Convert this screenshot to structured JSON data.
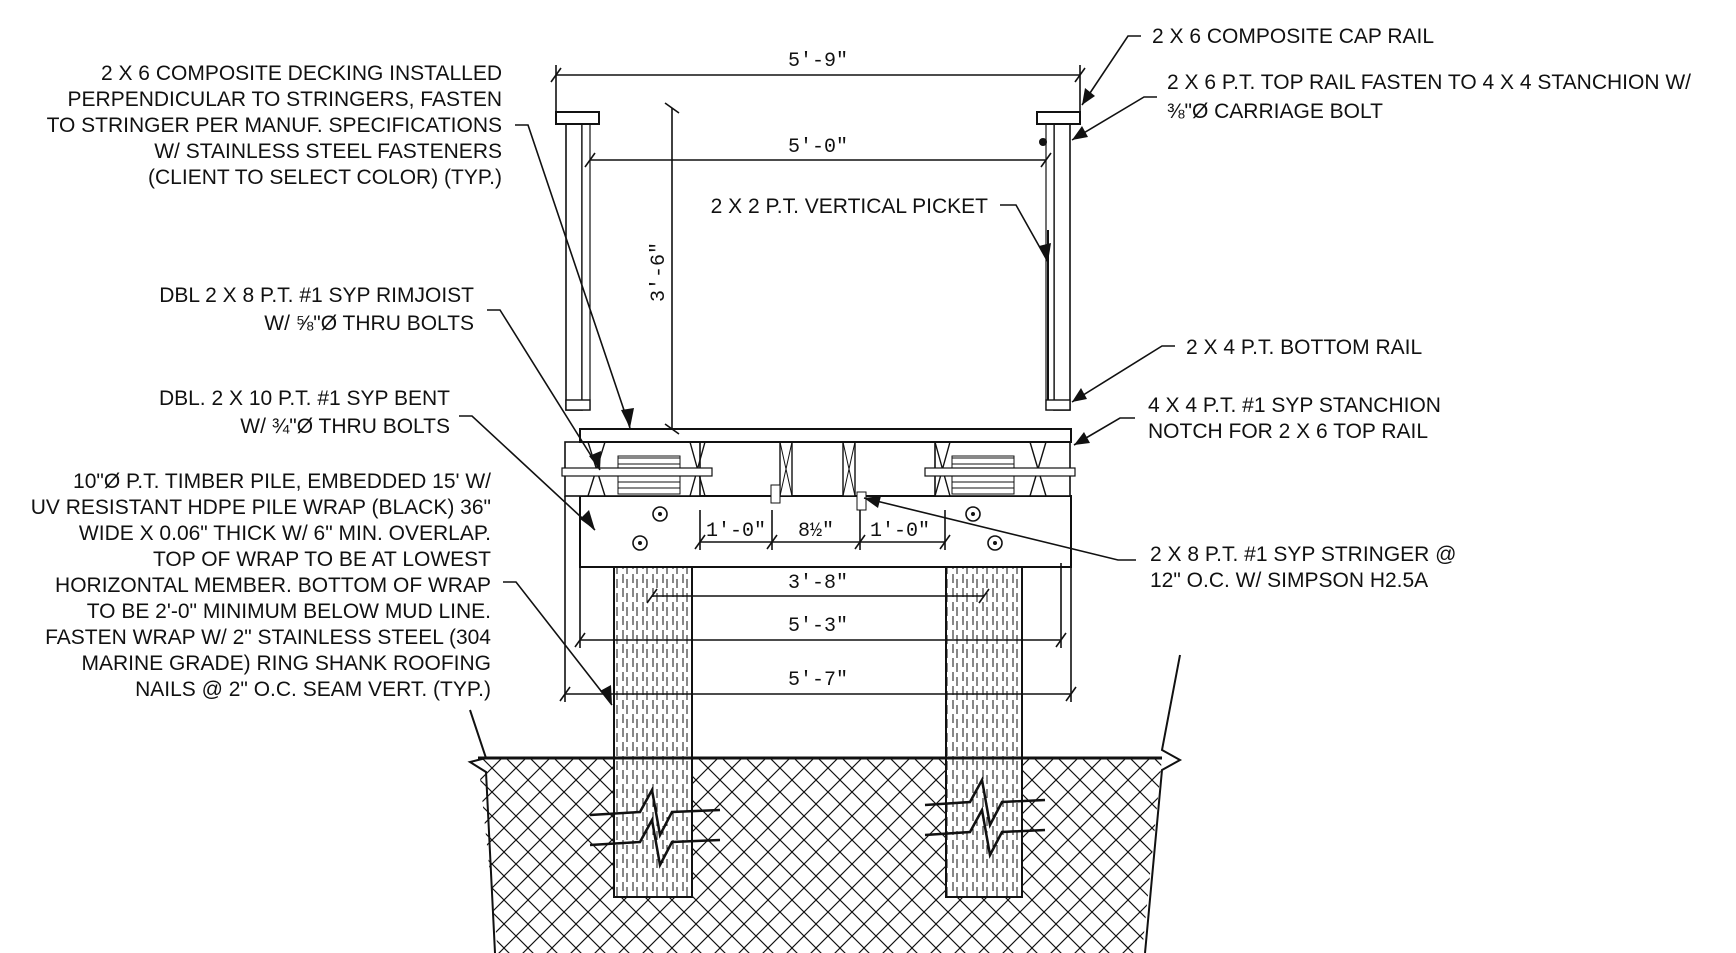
{
  "drawing": {
    "colors": {
      "ink": "#111111",
      "paper": "#ffffff"
    },
    "dimensions": {
      "overall_top": "5'-9\"",
      "rail_inner": "5'-0\"",
      "rail_height": "3'-6\"",
      "stringer_left": "1'-0\"",
      "stringer_middle": "8½\"",
      "stringer_right": "1'-0\"",
      "pile_spacing": "3'-8\"",
      "bent_width": "5'-3\"",
      "overall_bottom": "5'-7\""
    },
    "notes_left": {
      "decking": [
        "2 X 6 COMPOSITE DECKING INSTALLED",
        "PERPENDICULAR TO STRINGERS, FASTEN",
        "TO STRINGER PER MANUF. SPECIFICATIONS",
        "W/ STAINLESS STEEL FASTENERS",
        "(CLIENT TO SELECT COLOR) (TYP.)"
      ],
      "rimjoist": [
        "DBL 2 X 8 P.T. #1 SYP RIMJOIST",
        "W/ ⅝\"Ø THRU BOLTS"
      ],
      "bent": [
        "DBL. 2 X 10 P.T. #1 SYP BENT",
        "W/ ¾\"Ø THRU BOLTS"
      ],
      "pile": [
        "10\"Ø P.T. TIMBER PILE, EMBEDDED 15' W/",
        "UV RESISTANT HDPE PILE WRAP (BLACK) 36\"",
        "WIDE X 0.06\" THICK W/ 6\" MIN. OVERLAP.",
        "TOP OF WRAP TO BE AT LOWEST",
        "HORIZONTAL MEMBER. BOTTOM OF WRAP",
        "TO BE 2'-0\" MINIMUM BELOW MUD LINE.",
        "FASTEN WRAP W/ 2\" STAINLESS STEEL (304",
        "MARINE GRADE) RING SHANK ROOFING",
        "NAILS @ 2\" O.C. SEAM VERT. (TYP.)"
      ]
    },
    "notes_right": {
      "cap_rail": [
        "2 X 6 COMPOSITE CAP RAIL"
      ],
      "top_rail": [
        "2 X 6 P.T. TOP RAIL FASTEN TO 4 X 4 STANCHION W/",
        "⅜\"Ø CARRIAGE BOLT"
      ],
      "picket": [
        "2 X 2 P.T. VERTICAL PICKET"
      ],
      "bottom_rail": [
        "2 X 4 P.T. BOTTOM RAIL"
      ],
      "stanchion": [
        "4 X 4 P.T. #1 SYP STANCHION",
        "NOTCH FOR 2 X 6 TOP RAIL"
      ],
      "stringer": [
        "2 X 8 P.T. #1 SYP STRINGER @",
        "12\" O.C. W/ SIMPSON H2.5A"
      ]
    }
  }
}
